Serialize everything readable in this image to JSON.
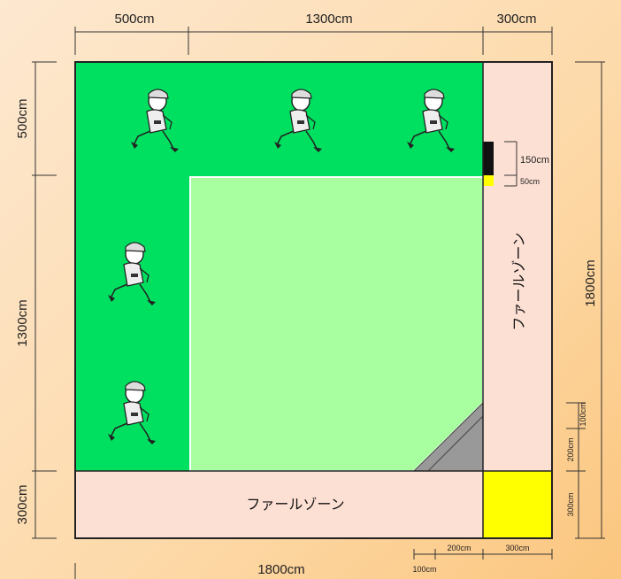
{
  "dimensions": {
    "top_left": "500cm",
    "top_middle": "1300cm",
    "top_right": "300cm",
    "left_top": "500cm",
    "left_middle": "1300cm",
    "left_bottom": "300cm",
    "right_total": "1800cm",
    "bottom_total": "1800cm",
    "marker_150": "150cm",
    "marker_50": "50cm",
    "right_100": "100cm",
    "right_200": "200cm",
    "right_300": "300cm",
    "bottom_100": "100cm",
    "bottom_200": "200cm",
    "bottom_300": "300cm"
  },
  "zones": {
    "foul_zone_right": "ファールゾーン",
    "foul_zone_bottom": "ファールゾーン"
  },
  "colors": {
    "field_green": "#00e060",
    "inner_green": "#a8ffa0",
    "foul_zone": "#fde0d4",
    "yellow": "#ffff00",
    "gray": "#999999"
  },
  "players": [
    "player-icon",
    "player-icon",
    "player-icon",
    "player-icon",
    "player-icon"
  ]
}
